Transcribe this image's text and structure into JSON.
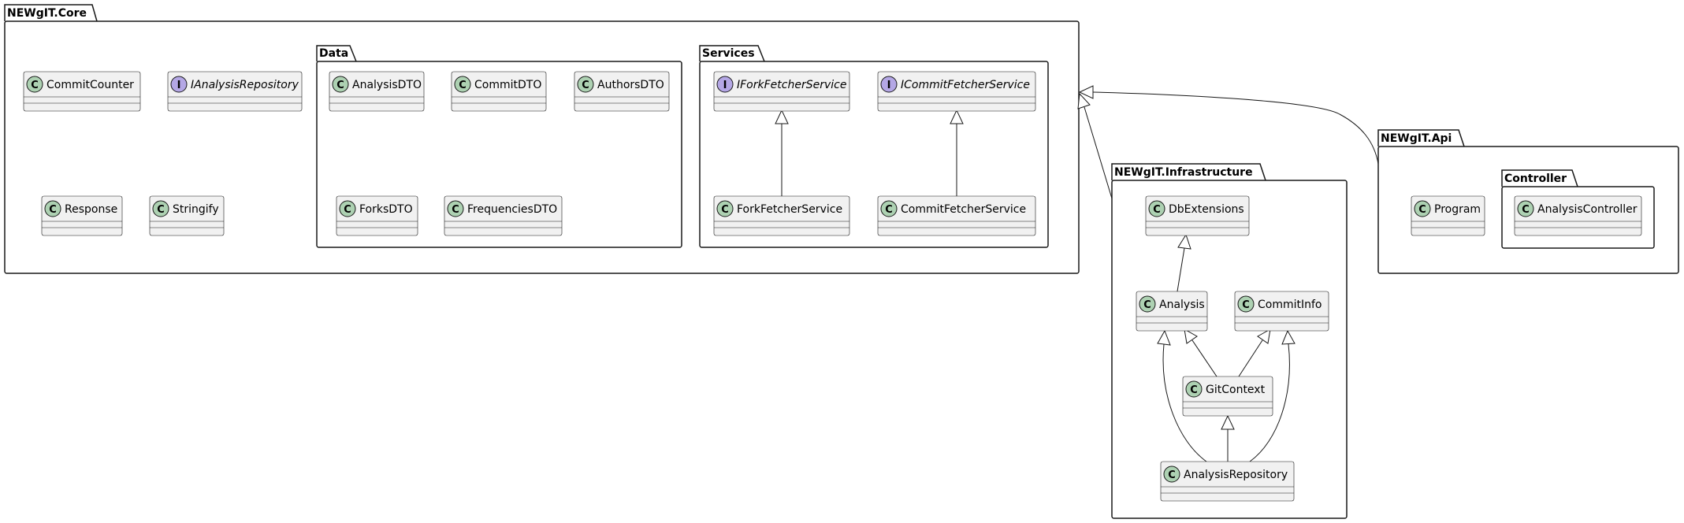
{
  "packages": {
    "core": {
      "name": "NEWgIT.Core"
    },
    "data": {
      "name": "Data"
    },
    "services": {
      "name": "Services"
    },
    "infrastructure": {
      "name": "NEWgIT.Infrastructure"
    },
    "api": {
      "name": "NEWgIT.Api"
    },
    "controller": {
      "name": "Controller"
    }
  },
  "classes": {
    "commit_counter": {
      "name": "CommitCounter",
      "kind": "class"
    },
    "ianalysis_repository": {
      "name": "IAnalysisRepository",
      "kind": "interface"
    },
    "response": {
      "name": "Response",
      "kind": "class"
    },
    "stringify": {
      "name": "Stringify",
      "kind": "class"
    },
    "analysis_dto": {
      "name": "AnalysisDTO",
      "kind": "class"
    },
    "commit_dto": {
      "name": "CommitDTO",
      "kind": "class"
    },
    "authors_dto": {
      "name": "AuthorsDTO",
      "kind": "class"
    },
    "forks_dto": {
      "name": "ForksDTO",
      "kind": "class"
    },
    "frequencies_dto": {
      "name": "FrequenciesDTO",
      "kind": "class"
    },
    "ifork_fetcher_service": {
      "name": "IForkFetcherService",
      "kind": "interface"
    },
    "icommit_fetcher_service": {
      "name": "ICommitFetcherService",
      "kind": "interface"
    },
    "fork_fetcher_service": {
      "name": "ForkFetcherService",
      "kind": "class"
    },
    "commit_fetcher_service": {
      "name": "CommitFetcherService",
      "kind": "class"
    },
    "db_extensions": {
      "name": "DbExtensions",
      "kind": "class"
    },
    "analysis": {
      "name": "Analysis",
      "kind": "class"
    },
    "commit_info": {
      "name": "CommitInfo",
      "kind": "class"
    },
    "git_context": {
      "name": "GitContext",
      "kind": "class"
    },
    "analysis_repository": {
      "name": "AnalysisRepository",
      "kind": "class"
    },
    "program": {
      "name": "Program",
      "kind": "class"
    },
    "analysis_controller": {
      "name": "AnalysisController",
      "kind": "class"
    }
  },
  "relations": [
    {
      "from": "ForkFetcherService",
      "to": "IForkFetcherService",
      "type": "inheritance"
    },
    {
      "from": "CommitFetcherService",
      "to": "ICommitFetcherService",
      "type": "inheritance"
    },
    {
      "from": "Analysis",
      "to": "DbExtensions",
      "type": "inheritance"
    },
    {
      "from": "GitContext",
      "to": "Analysis",
      "type": "inheritance"
    },
    {
      "from": "GitContext",
      "to": "CommitInfo",
      "type": "inheritance"
    },
    {
      "from": "AnalysisRepository",
      "to": "GitContext",
      "type": "inheritance"
    },
    {
      "from": "AnalysisRepository",
      "to": "Analysis",
      "type": "inheritance"
    },
    {
      "from": "AnalysisRepository",
      "to": "CommitInfo",
      "type": "inheritance"
    },
    {
      "from": "NEWgIT.Infrastructure",
      "to": "NEWgIT.Core",
      "type": "inheritance"
    },
    {
      "from": "NEWgIT.Api",
      "to": "NEWgIT.Core",
      "type": "inheritance"
    }
  ],
  "badges": {
    "class_letter": "C",
    "interface_letter": "I",
    "class_color": "#add1b2",
    "interface_color": "#b4a7e5"
  },
  "colors": {
    "class_fill": "#f1f1f1",
    "border": "#181818",
    "background": "#ffffff"
  }
}
